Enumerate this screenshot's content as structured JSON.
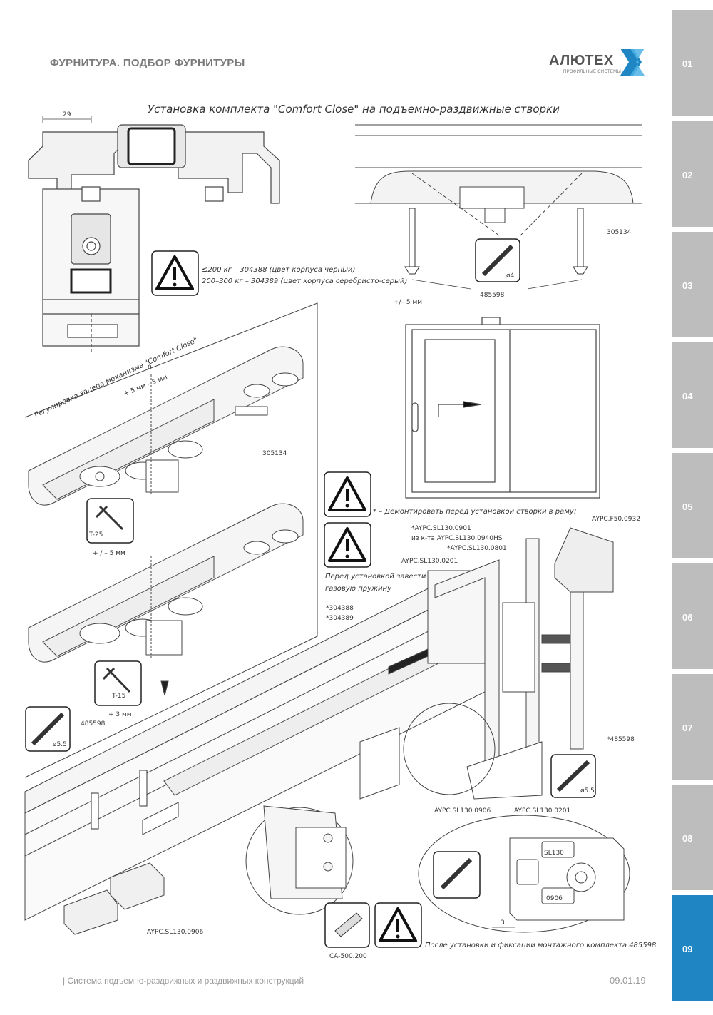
{
  "header": {
    "title": "ФУРНИТУРА. ПОДБОР ФУРНИТУРЫ"
  },
  "logo": {
    "name": "АЛЮТЕХ",
    "tagline": "ПРОФИЛЬНЫЕ СИСТЕМЫ",
    "color_primary": "#1f86c3",
    "color_secondary": "#4fb4e6"
  },
  "side_nav": {
    "active_color": "#1f86c3",
    "inactive_color": "#bdbdbd",
    "items": [
      {
        "label": "01",
        "active": false
      },
      {
        "label": "02",
        "active": false
      },
      {
        "label": "03",
        "active": false
      },
      {
        "label": "04",
        "active": false
      },
      {
        "label": "05",
        "active": false
      },
      {
        "label": "06",
        "active": false
      },
      {
        "label": "07",
        "active": false
      },
      {
        "label": "08",
        "active": false
      },
      {
        "label": "09",
        "active": true
      }
    ]
  },
  "diagram": {
    "title": "Установка комплекта \"Comfort Close\" на подъемно-раздвижные створки",
    "labels": {
      "dim_29": "29",
      "warning_1_line_1": "≤200 кг – 304388 (цвет корпуса черный)",
      "warning_1_line_2": "200–300 кг – 304389 (цвет корпуса серебристо-серый)",
      "p305134_top": "305134",
      "drill_4": "ø4",
      "p485598_top": "485598",
      "tolerance_5": "+/– 5 мм",
      "adjust_caption": "Регулировка зацепа механизма \"Comfort Close\"",
      "zero": "0",
      "adjust_range": "+ 5 мм – 5 мм",
      "p305134_mid": "305134",
      "t25": "T-25",
      "tolerance_5b": "+ / – 5 мм",
      "t15": "T-15",
      "plus_3": "+ 3 мм",
      "drill_55_left": "ø5.5",
      "p485598_left": "485598",
      "sl130_0906_left": "AYPC.SL130.0906",
      "warning_2": "* – Демонтировать перед установкой створки в раму!",
      "f50_0932": "AYPC.F50.0932",
      "sl130_0901": "*AYPC.SL130.0901",
      "kit_0940hs": "из к-та AYPC.SL130.0940HS",
      "sl130_0801": "*AYPC.SL130.0801",
      "sl130_0201_top": "AYPC.SL130.0201",
      "gas_spring_1": "Перед установкой завести",
      "gas_spring_2": "газовую пружину",
      "p304388": "*304388",
      "p304389": "*304389",
      "p485598_right": "*485598",
      "drill_55_right": "ø5.5",
      "sl130_0906_mid": "AYPC.SL130.0906",
      "sl130_0201_bottom": "AYPC.SL130.0201",
      "plate_sl130": "SL130",
      "plate_0906": "0906",
      "dim_3": "3",
      "ca500": "CA-500.200",
      "final_note": "После установки и фиксации монтажного комплекта 485598"
    }
  },
  "footer": {
    "left": "| Система подъемно-раздвижных и раздвижных конструкций",
    "right": "09.01.19"
  }
}
